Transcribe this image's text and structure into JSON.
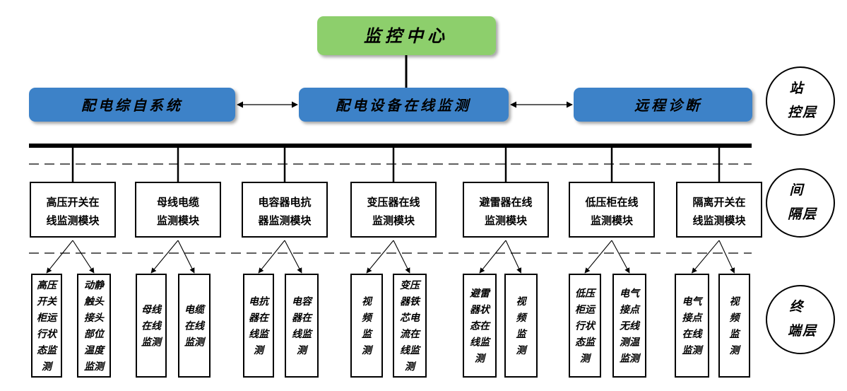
{
  "center": {
    "label": "监控中心",
    "fill": "#8DCF6C"
  },
  "station": {
    "fill": "#3E82C8",
    "boxes": [
      {
        "label": "配电综自系统"
      },
      {
        "label": "配电设备在线监测"
      },
      {
        "label": "远程诊断"
      }
    ]
  },
  "bay_modules": [
    {
      "lines": [
        "高压开关在",
        "线监测模块"
      ]
    },
    {
      "lines": [
        "母线电缆",
        "监测模块"
      ]
    },
    {
      "lines": [
        "电容器电抗",
        "器监测模块"
      ]
    },
    {
      "lines": [
        "变压器在线",
        "监测模块"
      ]
    },
    {
      "lines": [
        "避雷器在线",
        "监测模块"
      ]
    },
    {
      "lines": [
        "低压柜在线",
        "监测模块"
      ]
    },
    {
      "lines": [
        "隔离开关在",
        "线监测模块"
      ]
    }
  ],
  "terminals": [
    [
      "高压",
      "开关",
      "柜运",
      "行状",
      "态监",
      "测"
    ],
    [
      "动静",
      "触头",
      "接头",
      "部位",
      "温度",
      "监测"
    ],
    [
      "母线",
      "在线",
      "监测"
    ],
    [
      "电缆",
      "在线",
      "监测"
    ],
    [
      "电抗",
      "器在",
      "线监",
      "测"
    ],
    [
      "电容",
      "器在",
      "线监",
      "测"
    ],
    [
      "视",
      "频",
      "监",
      "测"
    ],
    [
      "变压",
      "器铁",
      "芯电",
      "流在",
      "线监",
      "测"
    ],
    [
      "避雷",
      "器状",
      "态在",
      "线监",
      "测"
    ],
    [
      "视",
      "频",
      "监",
      "测"
    ],
    [
      "低压",
      "柜运",
      "行状",
      "态监",
      "测"
    ],
    [
      "电气",
      "接点",
      "无线",
      "测温",
      "监测"
    ],
    [
      "电气",
      "接点",
      "在线",
      "监测"
    ],
    [
      "视",
      "频",
      "监",
      "测"
    ]
  ],
  "layers": [
    {
      "lines": [
        "站",
        "控层"
      ]
    },
    {
      "lines": [
        "间",
        "隔层"
      ]
    },
    {
      "lines": [
        "终",
        "端层"
      ]
    }
  ]
}
